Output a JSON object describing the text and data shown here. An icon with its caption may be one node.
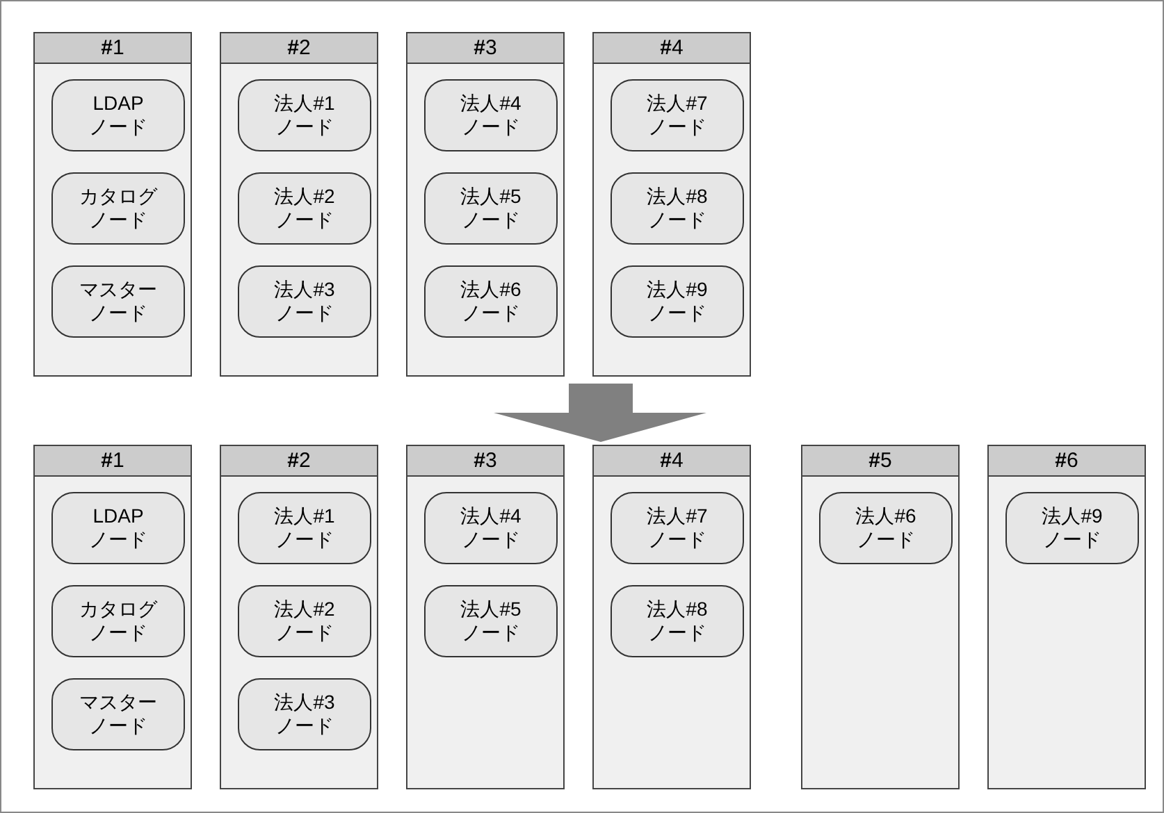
{
  "diagram": {
    "nodes": [
      {
        "text": [
          "**#**1"
        ]
      },
      {
        "text": [
          "LDAPノード"
        ],
        "in": 0
      },
      {
        "text": [
          "カタログノード"
        ],
        "in": 0
      },
      {
        "text": [
          "マスターノード"
        ],
        "in": 0
      },
      {
        "text": [
          "**#**2"
        ]
      },
      {
        "text": [
          "法人#1ノード"
        ],
        "in": 4
      },
      {
        "text": [
          "法人#2ノード"
        ],
        "in": 4
      },
      {
        "text": [
          "法人#3ノード"
        ],
        "in": 4
      },
      {
        "text": [
          "**#**3"
        ]
      },
      {
        "text": [
          "法人#4ノード"
        ],
        "in": 8
      },
      {
        "text": [
          "法人#5ノード"
        ],
        "in": 8
      },
      {
        "text": [
          "法人#6ノード"
        ],
        "in": 8
      },
      {
        "text": [
          "**#**4"
        ]
      },
      {
        "text": [
          "法人#7ノード"
        ],
        "in": 12
      },
      {
        "text": [
          "法人#8ノード"
        ],
        "in": 12
      },
      {
        "text": [
          "法人#9ノード"
        ],
        "in": 12
      },
      {
        "text": [
          "**#**1"
        ]
      },
      {
        "text": [
          "LDAPノード"
        ],
        "in": 16
      },
      {
        "text": [
          "カタログノード"
        ],
        "in": 16
      },
      {
        "text": [
          "マスターノード"
        ],
        "in": 16
      },
      {
        "text": [
          "**#**2"
        ]
      },
      {
        "text": [
          "法人#1ノード"
        ],
        "in": 20
      },
      {
        "text": [
          "法人#2ノード"
        ],
        "in": 20
      },
      {
        "text": [
          "法人#3ノード"
        ],
        "in": 20
      },
      {
        "text": [
          "**#**3"
        ]
      },
      {
        "text": [
          "法人#4ノード"
        ],
        "in": 24
      },
      {
        "text": [
          "法人#5ノード"
        ],
        "in": 24
      },
      {
        "text": [
          "**#**4"
        ]
      },
      {
        "text": [
          "法人#7ノード"
        ],
        "in": 27
      },
      {
        "text": [
          "法人#8ノード"
        ],
        "in": 27
      },
      {
        "text": [
          "**#**5"
        ]
      },
      {
        "text": [
          "法人#6ノード"
        ],
        "in": 30
      },
      {
        "text": [
          "**#**6"
        ]
      },
      {
        "text": [
          "法人#9ノード"
        ],
        "in": 32
      }
    ]
  }
}
